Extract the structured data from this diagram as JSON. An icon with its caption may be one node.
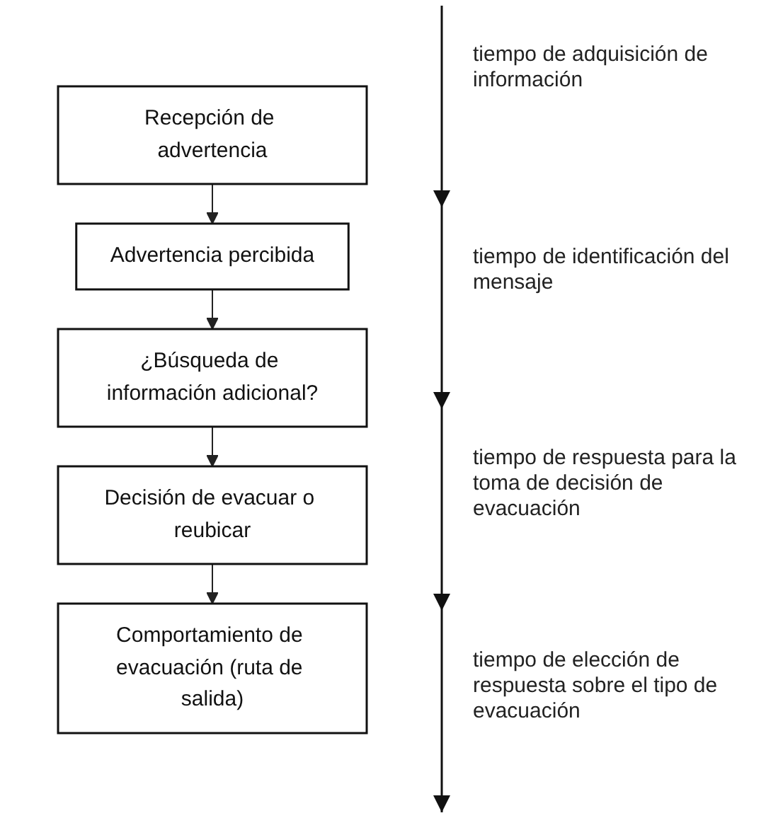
{
  "diagram": {
    "nodes": [
      {
        "text": [
          "Recepción de advertencia"
        ]
      },
      {
        "text": [
          "Advertencia percibida"
        ]
      },
      {
        "text": [
          "¿Búsqueda de información adicional?"
        ]
      },
      {
        "text": [
          "Decisión de evacuar o reubicar"
        ]
      },
      {
        "text": [
          "Comportamiento de evacuación (ruta de salida)"
        ]
      }
    ],
    "edges": [
      {
        "from": 0,
        "to": 1,
        "arrow": "to"
      },
      {
        "from": 1,
        "to": 2,
        "arrow": "to"
      },
      {
        "from": 2,
        "to": 3,
        "arrow": "to"
      },
      {
        "from": 3,
        "to": 4,
        "arrow": "to"
      }
    ],
    "labels": [
      "tiempo de adquisición de información",
      "tiempo de identificación del mensaje",
      "tiempo de respuesta para la toma de decisión de evacuación",
      "tiempo de elección de respuesta sobre el tipo de evacuación"
    ]
  }
}
